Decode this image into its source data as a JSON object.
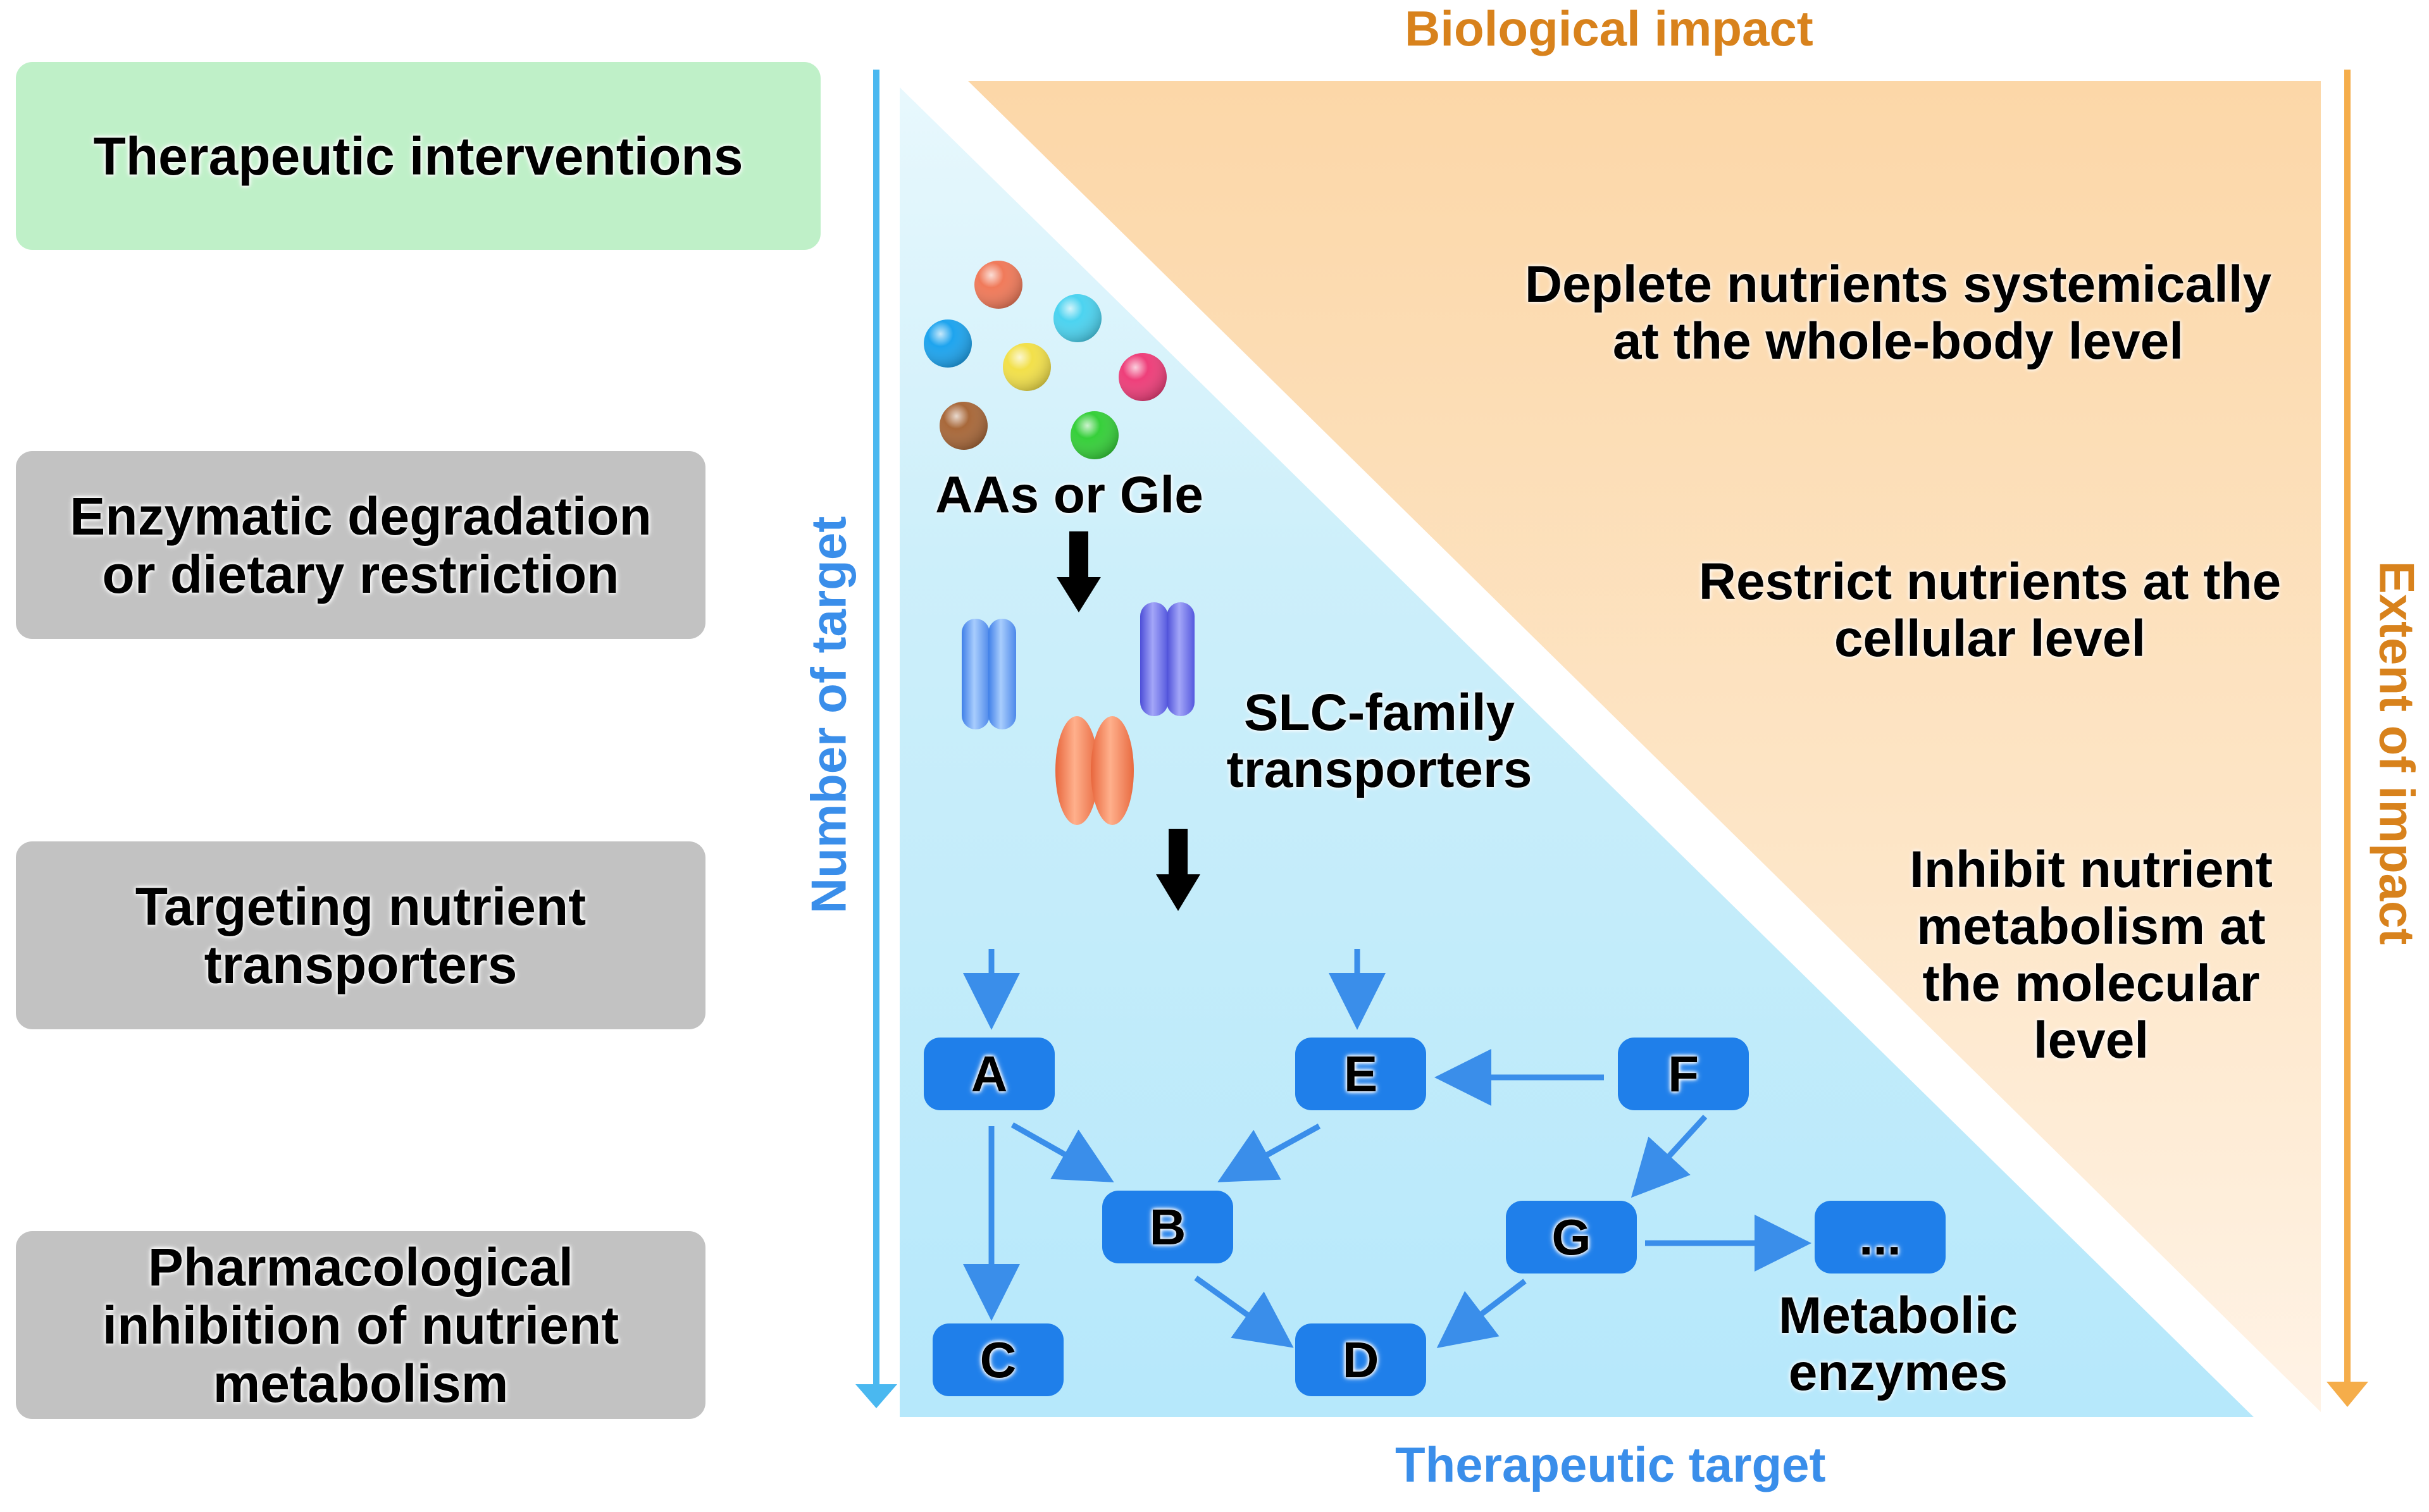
{
  "left_column": {
    "header": "Therapeutic interventions",
    "items": [
      "Enzymatic degradation\nor dietary restriction",
      "Targeting nutrient\ntransporters",
      "Pharmacological\ninhibition of nutrient\nmetabolism"
    ]
  },
  "axes": {
    "top": "Biological impact",
    "bottom": "Therapeutic target",
    "left": "Number of target",
    "right": "Extent of impact"
  },
  "impact_labels": [
    "Deplete nutrients systemically\nat the whole-body level",
    "Restrict nutrients at the\ncellular level",
    "Inhibit nutrient\nmetabolism at\nthe molecular\nlevel"
  ],
  "nutrients_label": "AAs or Gle",
  "transporters_label": "SLC-family\ntransporters",
  "enzymes_label": "Metabolic\nenzymes",
  "nodes": {
    "a": "A",
    "b": "B",
    "c": "C",
    "d": "D",
    "e": "E",
    "f": "F",
    "g": "G",
    "more": "..."
  },
  "colors": {
    "green_box": "#bff0c8",
    "grey_box": "#c2c2c2",
    "blue_triangle": "#c8eefa",
    "orange_triangle": "#fde3c0",
    "blue_accent": "#1f7fea",
    "orange_accent": "#d8821c"
  },
  "nutrient_ball_colors": [
    "#f07a5a",
    "#1ea4ee",
    "#4cd3f0",
    "#f2e04a",
    "#ee3f7a",
    "#a8683a",
    "#36cf3a"
  ]
}
